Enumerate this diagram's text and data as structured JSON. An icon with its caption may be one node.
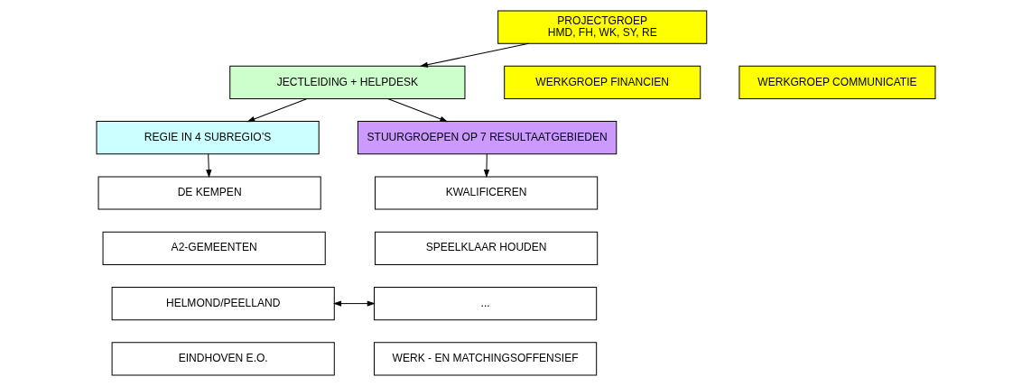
{
  "diagram": {
    "nodes": [
      {
        "text": [
          "PROJECTGROEP",
          "HMD, FH, WK, SY, RE"
        ]
      },
      {
        "text": [
          "JECTLEIDING + HELPDESK"
        ]
      },
      {
        "text": [
          "WERKGROEP FINANCIEN"
        ]
      },
      {
        "text": [
          "WERKGROEP COMMUNICATIE"
        ]
      },
      {
        "text": [
          "REGIE IN 4 SUBREGIO’S"
        ]
      },
      {
        "text": [
          "STUURGROEPEN OP 7 RESULTAATGEBIEDEN"
        ]
      },
      {
        "text": [
          "DE KEMPEN"
        ]
      },
      {
        "text": [
          "A2-GEMEENTEN"
        ]
      },
      {
        "text": [
          "HELMOND/PEELLAND"
        ]
      },
      {
        "text": [
          "EINDHOVEN E.O."
        ]
      },
      {
        "text": [
          "KWALIFICEREN"
        ]
      },
      {
        "text": [
          "SPEELKLAAR HOUDEN"
        ]
      },
      {
        "text": [
          "..."
        ]
      },
      {
        "text": [
          "WERK - EN MATCHINGSOFFENSIEF"
        ]
      }
    ],
    "edges": [
      {
        "from": 0,
        "to": 1,
        "arrow": "to"
      },
      {
        "from": 1,
        "to": 4,
        "arrow": "to"
      },
      {
        "from": 1,
        "to": 5,
        "arrow": "to"
      },
      {
        "from": 4,
        "to": 6,
        "arrow": "to"
      },
      {
        "from": 5,
        "to": 10,
        "arrow": "to"
      },
      {
        "from": 8,
        "to": 12,
        "arrow": "both"
      }
    ]
  }
}
